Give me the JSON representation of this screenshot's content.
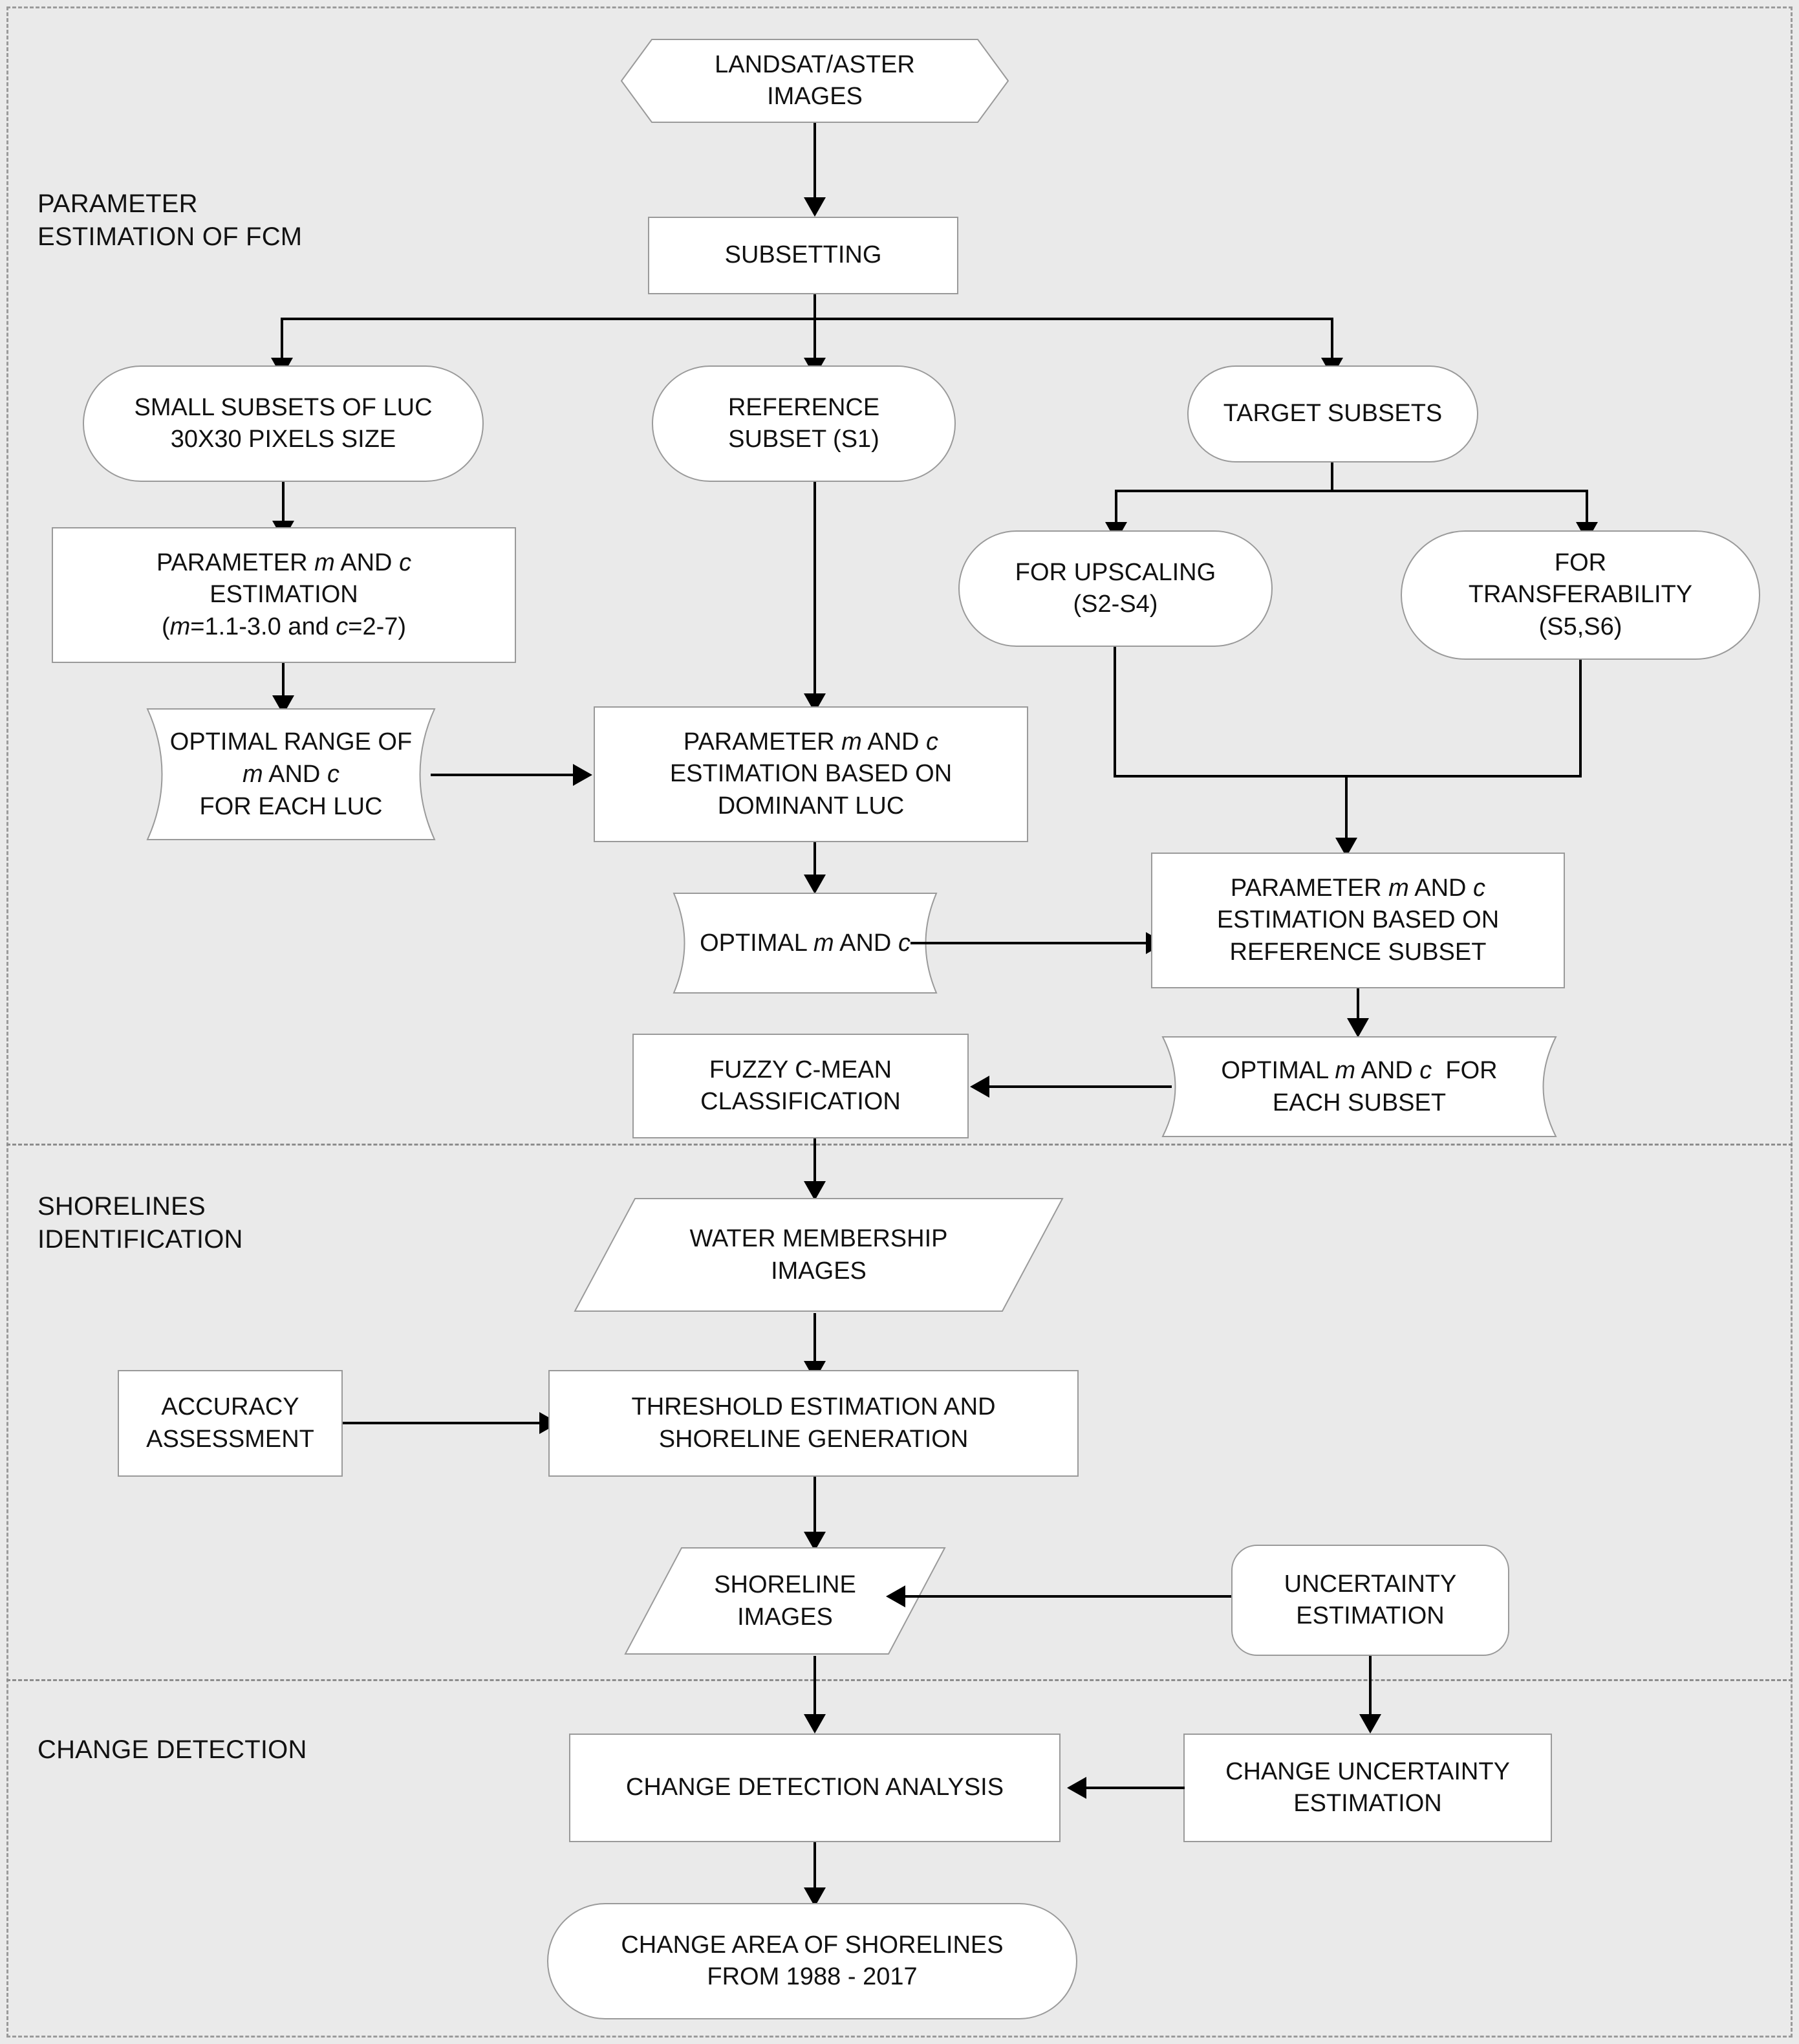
{
  "diagram": {
    "title": "Shoreline extraction and change detection workflow",
    "background_color": "#eaeaea",
    "node_fill": "#ffffff",
    "node_stroke": "#9a9a9a",
    "connector_color": "#000000"
  },
  "sections": [
    {
      "id": "parameter-estimation",
      "label": "PARAMETER\nESTIMATION OF FCM"
    },
    {
      "id": "shorelines-identification",
      "label": "SHORELINES\nIDENTIFICATION"
    },
    {
      "id": "change-detection",
      "label": "CHANGE DETECTION"
    }
  ],
  "nodes": {
    "landsat_aster_images": {
      "label": "LANDSAT/ASTER\nIMAGES",
      "shape": "hexagon"
    },
    "subsetting": {
      "label": "SUBSETTING",
      "shape": "rectangle"
    },
    "small_subsets": {
      "label": "SMALL SUBSETS OF LUC\n30X30 PIXELS SIZE",
      "shape": "stadium"
    },
    "reference_subset": {
      "label": "REFERENCE\nSUBSET (S1)",
      "shape": "stadium"
    },
    "target_subsets": {
      "label": "TARGET SUBSETS",
      "shape": "stadium"
    },
    "param_est_small": {
      "label_html": "PARAMETER <i>m</i> AND <i>c</i><br>ESTIMATION<br>(<i>m</i>=1.1-3.0 and <i>c</i>=2-7)",
      "shape": "rectangle"
    },
    "optimal_range": {
      "label_html": "OPTIMAL RANGE OF<br><i>m</i> AND <i>c</i><br>FOR EACH LUC",
      "shape": "document"
    },
    "for_upscaling": {
      "label": "FOR UPSCALING\n(S2-S4)",
      "shape": "stadium"
    },
    "for_transferability": {
      "label": "FOR\nTRANSFERABILITY\n(S5,S6)",
      "shape": "stadium"
    },
    "param_est_dominant": {
      "label_html": "PARAMETER <i>m</i> AND <i>c</i><br>ESTIMATION BASED ON<br>DOMINANT LUC",
      "shape": "rectangle"
    },
    "optimal_m_c": {
      "label_html": "OPTIMAL <i>m</i> AND <i>c</i>",
      "shape": "document"
    },
    "param_est_reference": {
      "label_html": "PARAMETER <i>m</i> AND <i>c</i><br>ESTIMATION BASED ON<br>REFERENCE SUBSET",
      "shape": "rectangle"
    },
    "fuzzy_cmean": {
      "label": "FUZZY C-MEAN\nCLASSIFICATION",
      "shape": "rectangle"
    },
    "optimal_each_subset": {
      "label_html": "OPTIMAL <i>m</i> AND <i>c</i>&nbsp; FOR<br>EACH SUBSET",
      "shape": "document"
    },
    "water_membership": {
      "label": "WATER MEMBERSHIP\nIMAGES",
      "shape": "parallelogram"
    },
    "accuracy_assessment": {
      "label": "ACCURACY\nASSESSMENT",
      "shape": "rectangle"
    },
    "threshold_estimation": {
      "label": "THRESHOLD ESTIMATION AND\nSHORELINE GENERATION",
      "shape": "rectangle"
    },
    "shoreline_images": {
      "label": "SHORELINE\nIMAGES",
      "shape": "parallelogram"
    },
    "uncertainty_estimation": {
      "label": "UNCERTAINTY\nESTIMATION",
      "shape": "rounded-rectangle"
    },
    "change_detection_analysis": {
      "label": "CHANGE DETECTION ANALYSIS",
      "shape": "rectangle"
    },
    "change_uncertainty_estimation": {
      "label": "CHANGE UNCERTAINTY\nESTIMATION",
      "shape": "rectangle"
    },
    "change_area": {
      "label": "CHANGE AREA OF SHORELINES\nFROM 1988 - 2017",
      "shape": "stadium"
    }
  },
  "edges": [
    {
      "from": "landsat_aster_images",
      "to": "subsetting"
    },
    {
      "from": "subsetting",
      "to": "small_subsets"
    },
    {
      "from": "subsetting",
      "to": "reference_subset"
    },
    {
      "from": "subsetting",
      "to": "target_subsets"
    },
    {
      "from": "small_subsets",
      "to": "param_est_small"
    },
    {
      "from": "param_est_small",
      "to": "optimal_range"
    },
    {
      "from": "optimal_range",
      "to": "param_est_dominant"
    },
    {
      "from": "reference_subset",
      "to": "param_est_dominant"
    },
    {
      "from": "target_subsets",
      "to": "for_upscaling"
    },
    {
      "from": "target_subsets",
      "to": "for_transferability"
    },
    {
      "from": "for_upscaling",
      "to": "param_est_reference"
    },
    {
      "from": "for_transferability",
      "to": "param_est_reference"
    },
    {
      "from": "param_est_dominant",
      "to": "optimal_m_c"
    },
    {
      "from": "optimal_m_c",
      "to": "param_est_reference"
    },
    {
      "from": "param_est_reference",
      "to": "optimal_each_subset"
    },
    {
      "from": "optimal_each_subset",
      "to": "fuzzy_cmean"
    },
    {
      "from": "fuzzy_cmean",
      "to": "water_membership"
    },
    {
      "from": "water_membership",
      "to": "threshold_estimation"
    },
    {
      "from": "accuracy_assessment",
      "to": "threshold_estimation"
    },
    {
      "from": "threshold_estimation",
      "to": "shoreline_images"
    },
    {
      "from": "uncertainty_estimation",
      "to": "shoreline_images"
    },
    {
      "from": "uncertainty_estimation",
      "to": "change_uncertainty_estimation"
    },
    {
      "from": "shoreline_images",
      "to": "change_detection_analysis"
    },
    {
      "from": "change_uncertainty_estimation",
      "to": "change_detection_analysis"
    },
    {
      "from": "change_detection_analysis",
      "to": "change_area"
    }
  ]
}
